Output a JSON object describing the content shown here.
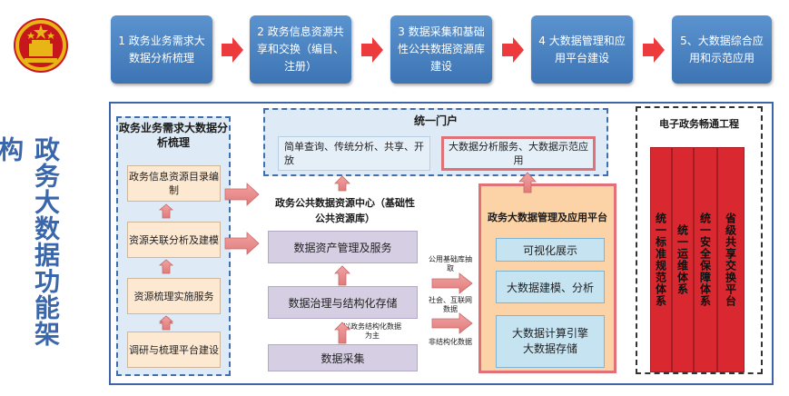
{
  "side_title": "政务大数据功能架构",
  "steps": [
    "1  政务业务需求大数据分析梳理",
    "2 政务信息资源共享和交换（编目、注册）",
    "3 数据采集和基础性公共数据资源库建设",
    "4 大数据管理和应用平台建设",
    "5、大数据综合应用和示范应用"
  ],
  "left_panel": {
    "title": "政务业务需求大数据分析梳理",
    "boxes": [
      "政务信息资源目录编制",
      "资源关联分析及建模",
      "资源梳理实施服务",
      "调研与梳理平台建设"
    ]
  },
  "portal": {
    "title": "统一门户",
    "left": "简单查询、传统分析、共享、开放",
    "right": "大数据分析服务、大数据示范应用"
  },
  "center": {
    "title": "政务公共数据资源中心（基础性公共资源库）",
    "asset": "数据资产管理及服务",
    "governance": "数据治理与结构化存储",
    "collect": "数据采集",
    "collect_label": "以政务结构化数据为主"
  },
  "platform": {
    "title": "政务大数据管理及应用平台",
    "items": [
      "可视化展示",
      "大数据建模、分析",
      "大数据计算引擎大数据存储"
    ],
    "labels": [
      "公用基础库抽取",
      "社会、互联网数据",
      "非结构化数据"
    ]
  },
  "egov": {
    "title": "电子政务畅通工程",
    "columns": [
      "统一标准规范体系",
      "统一运维体系",
      "统一安全保障体系",
      "省级共享交换平台"
    ]
  }
}
